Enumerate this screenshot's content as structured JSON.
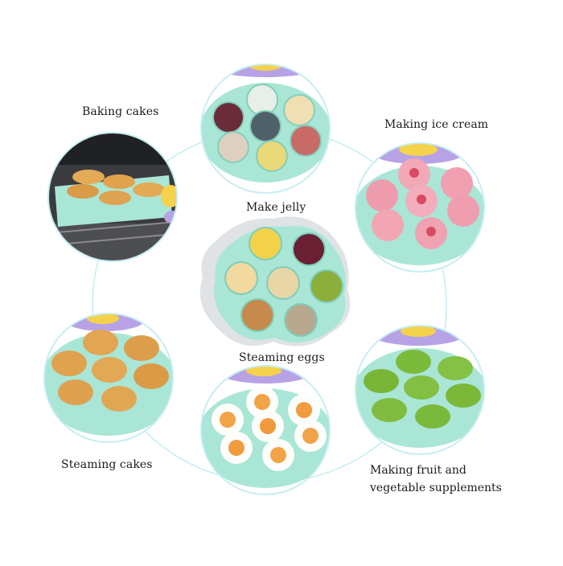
{
  "labels": {
    "baking_cakes": "Baking cakes",
    "make_jelly": "Make jelly",
    "making_ice_cream": "Making ice cream",
    "steaming_eggs": "Steaming eggs",
    "steaming_cakes": "Steaming cakes",
    "making_fruit_line1": "Making fruit and",
    "making_fruit_line2": "vegetable supplements"
  },
  "colors": {
    "mold_mint": "#a9e6d6",
    "mold_edge": "#7fcdb8",
    "ring_line": "#bfeaf0",
    "lid_purple": "#b7a2e6",
    "lid_yellow": "#f4d24c"
  }
}
